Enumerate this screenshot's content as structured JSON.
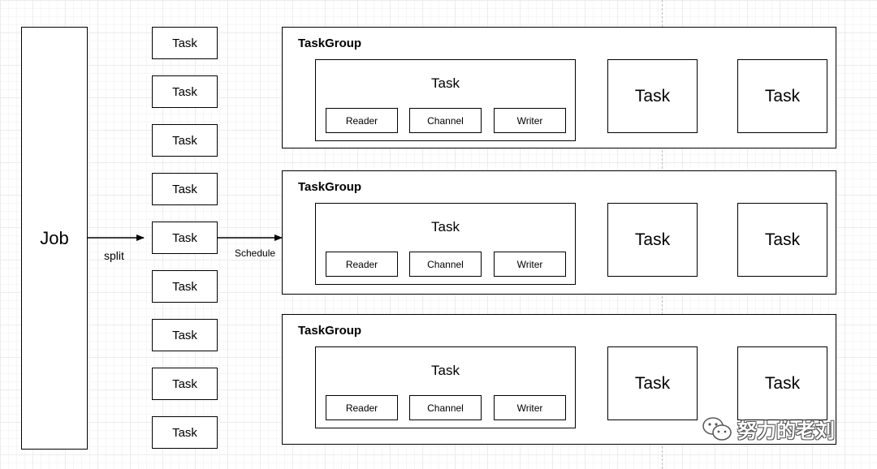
{
  "job": {
    "label": "Job"
  },
  "split_label": "split",
  "schedule_label": "Schedule",
  "tasks": [
    "Task",
    "Task",
    "Task",
    "Task",
    "Task",
    "Task",
    "Task",
    "Task",
    "Task"
  ],
  "task_groups": [
    {
      "title": "TaskGroup",
      "main_task": {
        "label": "Task",
        "components": [
          "Reader",
          "Channel",
          "Writer"
        ]
      },
      "extra_tasks": [
        "Task",
        "Task"
      ]
    },
    {
      "title": "TaskGroup",
      "main_task": {
        "label": "Task",
        "components": [
          "Reader",
          "Channel",
          "Writer"
        ]
      },
      "extra_tasks": [
        "Task",
        "Task"
      ]
    },
    {
      "title": "TaskGroup",
      "main_task": {
        "label": "Task",
        "components": [
          "Reader",
          "Channel",
          "Writer"
        ]
      },
      "extra_tasks": [
        "Task",
        "Task"
      ]
    }
  ],
  "watermark": {
    "text": "努力的老刘",
    "icon": "wechat-icon"
  }
}
